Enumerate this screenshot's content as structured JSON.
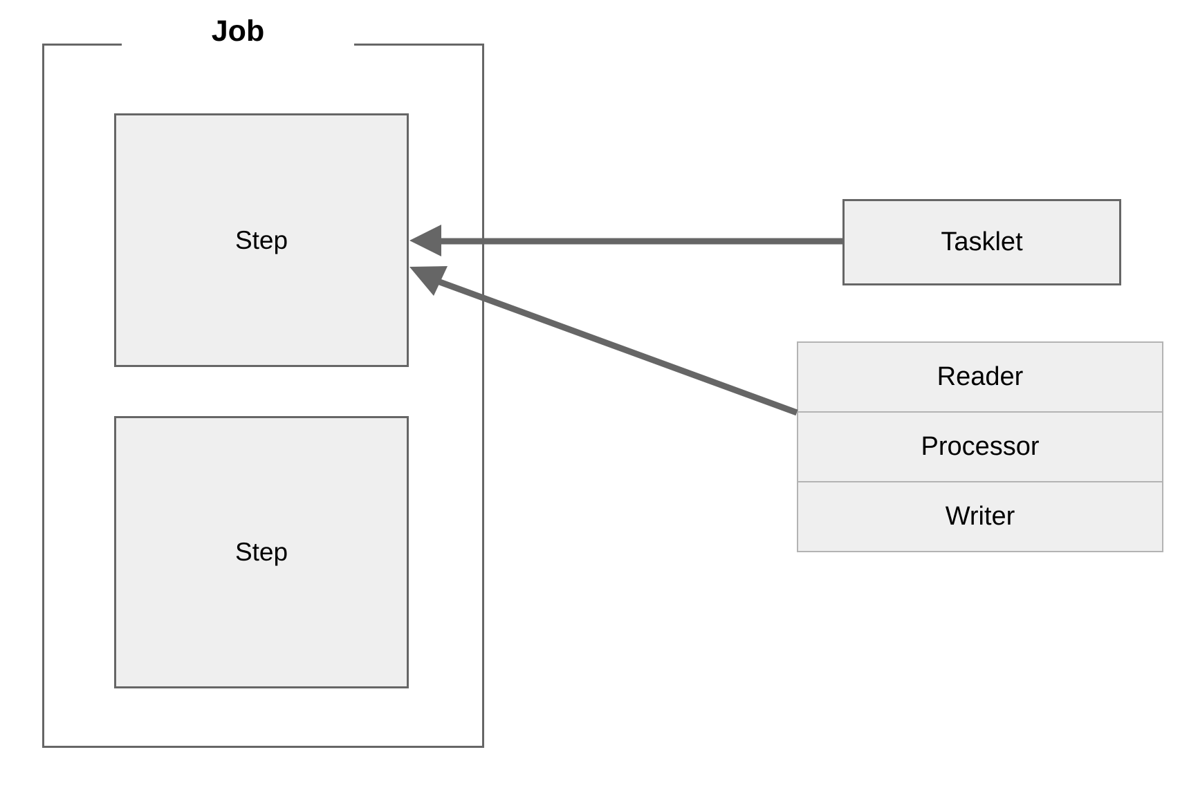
{
  "diagram": {
    "title": "Job",
    "background_color": "#ffffff",
    "box_fill": "#efefef",
    "box_border": "#666666",
    "chunk_border": "#b3b3b3",
    "connector_color": "#666666"
  },
  "job": {
    "label": "Job",
    "steps": [
      {
        "label": "Step"
      },
      {
        "label": "Step"
      }
    ]
  },
  "tasklet": {
    "label": "Tasklet"
  },
  "chunk": {
    "rows": [
      {
        "label": "Reader"
      },
      {
        "label": "Processor"
      },
      {
        "label": "Writer"
      }
    ]
  },
  "connectors": [
    {
      "name": "tasklet-to-step",
      "from": "Tasklet",
      "to": "Step",
      "style": "solid-arrow"
    },
    {
      "name": "chunk-to-step",
      "from": "Reader/Processor/Writer",
      "to": "Step",
      "style": "solid-arrow"
    }
  ]
}
